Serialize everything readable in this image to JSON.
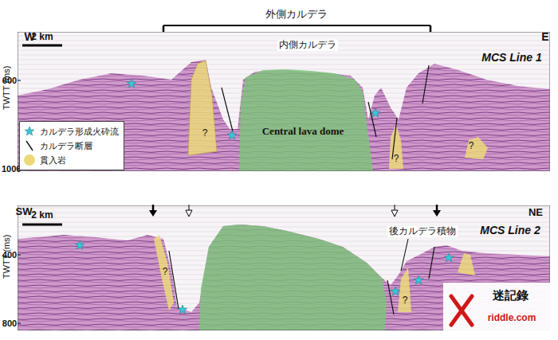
{
  "diagram": {
    "labels": [
      "外側カルデラ",
      "内側カルデラ",
      "W",
      "E",
      "TWTT (ms)",
      "2 km",
      "MCS Line 1",
      "600",
      "1000",
      "Central lava dome",
      "?",
      "?",
      "?",
      "SW",
      "NE",
      "TWTT (ms)",
      "2 km",
      "MCS Line 2",
      "400",
      "800",
      "後カルデラ積物",
      "?",
      "?",
      "迷記錄",
      "riddle.com"
    ],
    "legend": [
      {
        "text": "カルデラ形成火砕流"
      },
      {
        "text": "カルデラ断層"
      },
      {
        "text": "貫入岩",
        "color": "#ecd97a"
      }
    ]
  }
}
